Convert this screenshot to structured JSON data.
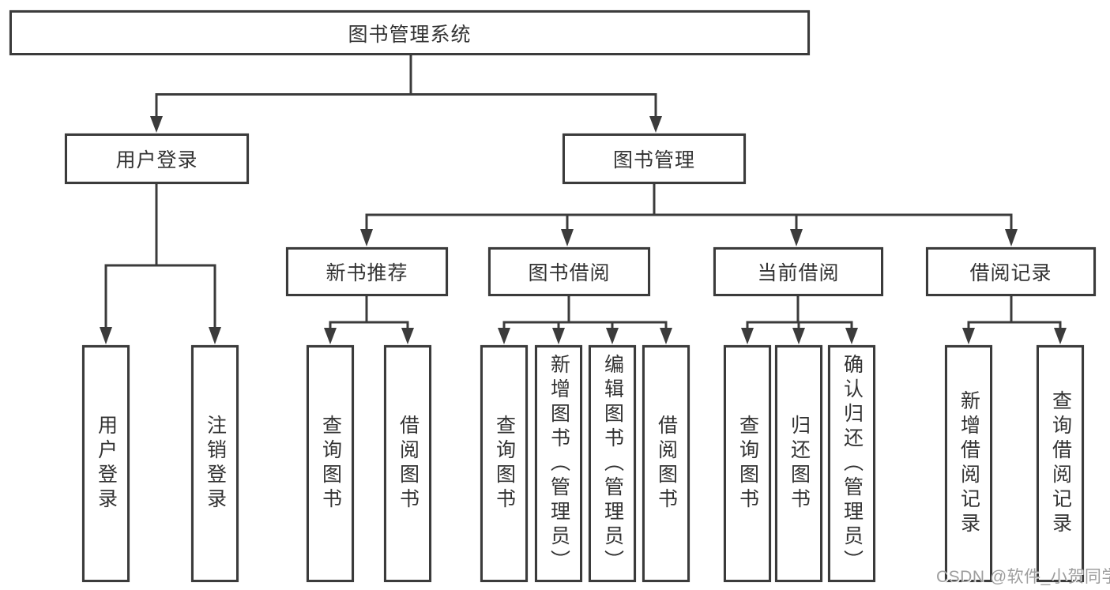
{
  "colors": {
    "line": "#3b3b3b",
    "box_border": "#3b3b3b",
    "text": "#333333",
    "watermark": "#9e9e9e",
    "background": "#ffffff"
  },
  "watermark": {
    "text": "CSDN @软件_小贺同学"
  },
  "tree": {
    "root": {
      "label": "图书管理系统",
      "children": [
        {
          "label": "用户登录",
          "children": [
            {
              "label": "用户登录"
            },
            {
              "label": "注销登录"
            }
          ]
        },
        {
          "label": "图书管理",
          "children": [
            {
              "label": "新书推荐",
              "children": [
                {
                  "label": "查询图书"
                },
                {
                  "label": "借阅图书"
                }
              ]
            },
            {
              "label": "图书借阅",
              "children": [
                {
                  "label": "查询图书"
                },
                {
                  "label": "新增图书（管理员）"
                },
                {
                  "label": "编辑图书（管理员）"
                },
                {
                  "label": "借阅图书"
                }
              ]
            },
            {
              "label": "当前借阅",
              "children": [
                {
                  "label": "查询图书"
                },
                {
                  "label": "归还图书"
                },
                {
                  "label": "确认归还（管理员）"
                }
              ]
            },
            {
              "label": "借阅记录",
              "children": [
                {
                  "label": "新增借阅记录"
                },
                {
                  "label": "查询借阅记录"
                }
              ]
            }
          ]
        }
      ]
    }
  }
}
